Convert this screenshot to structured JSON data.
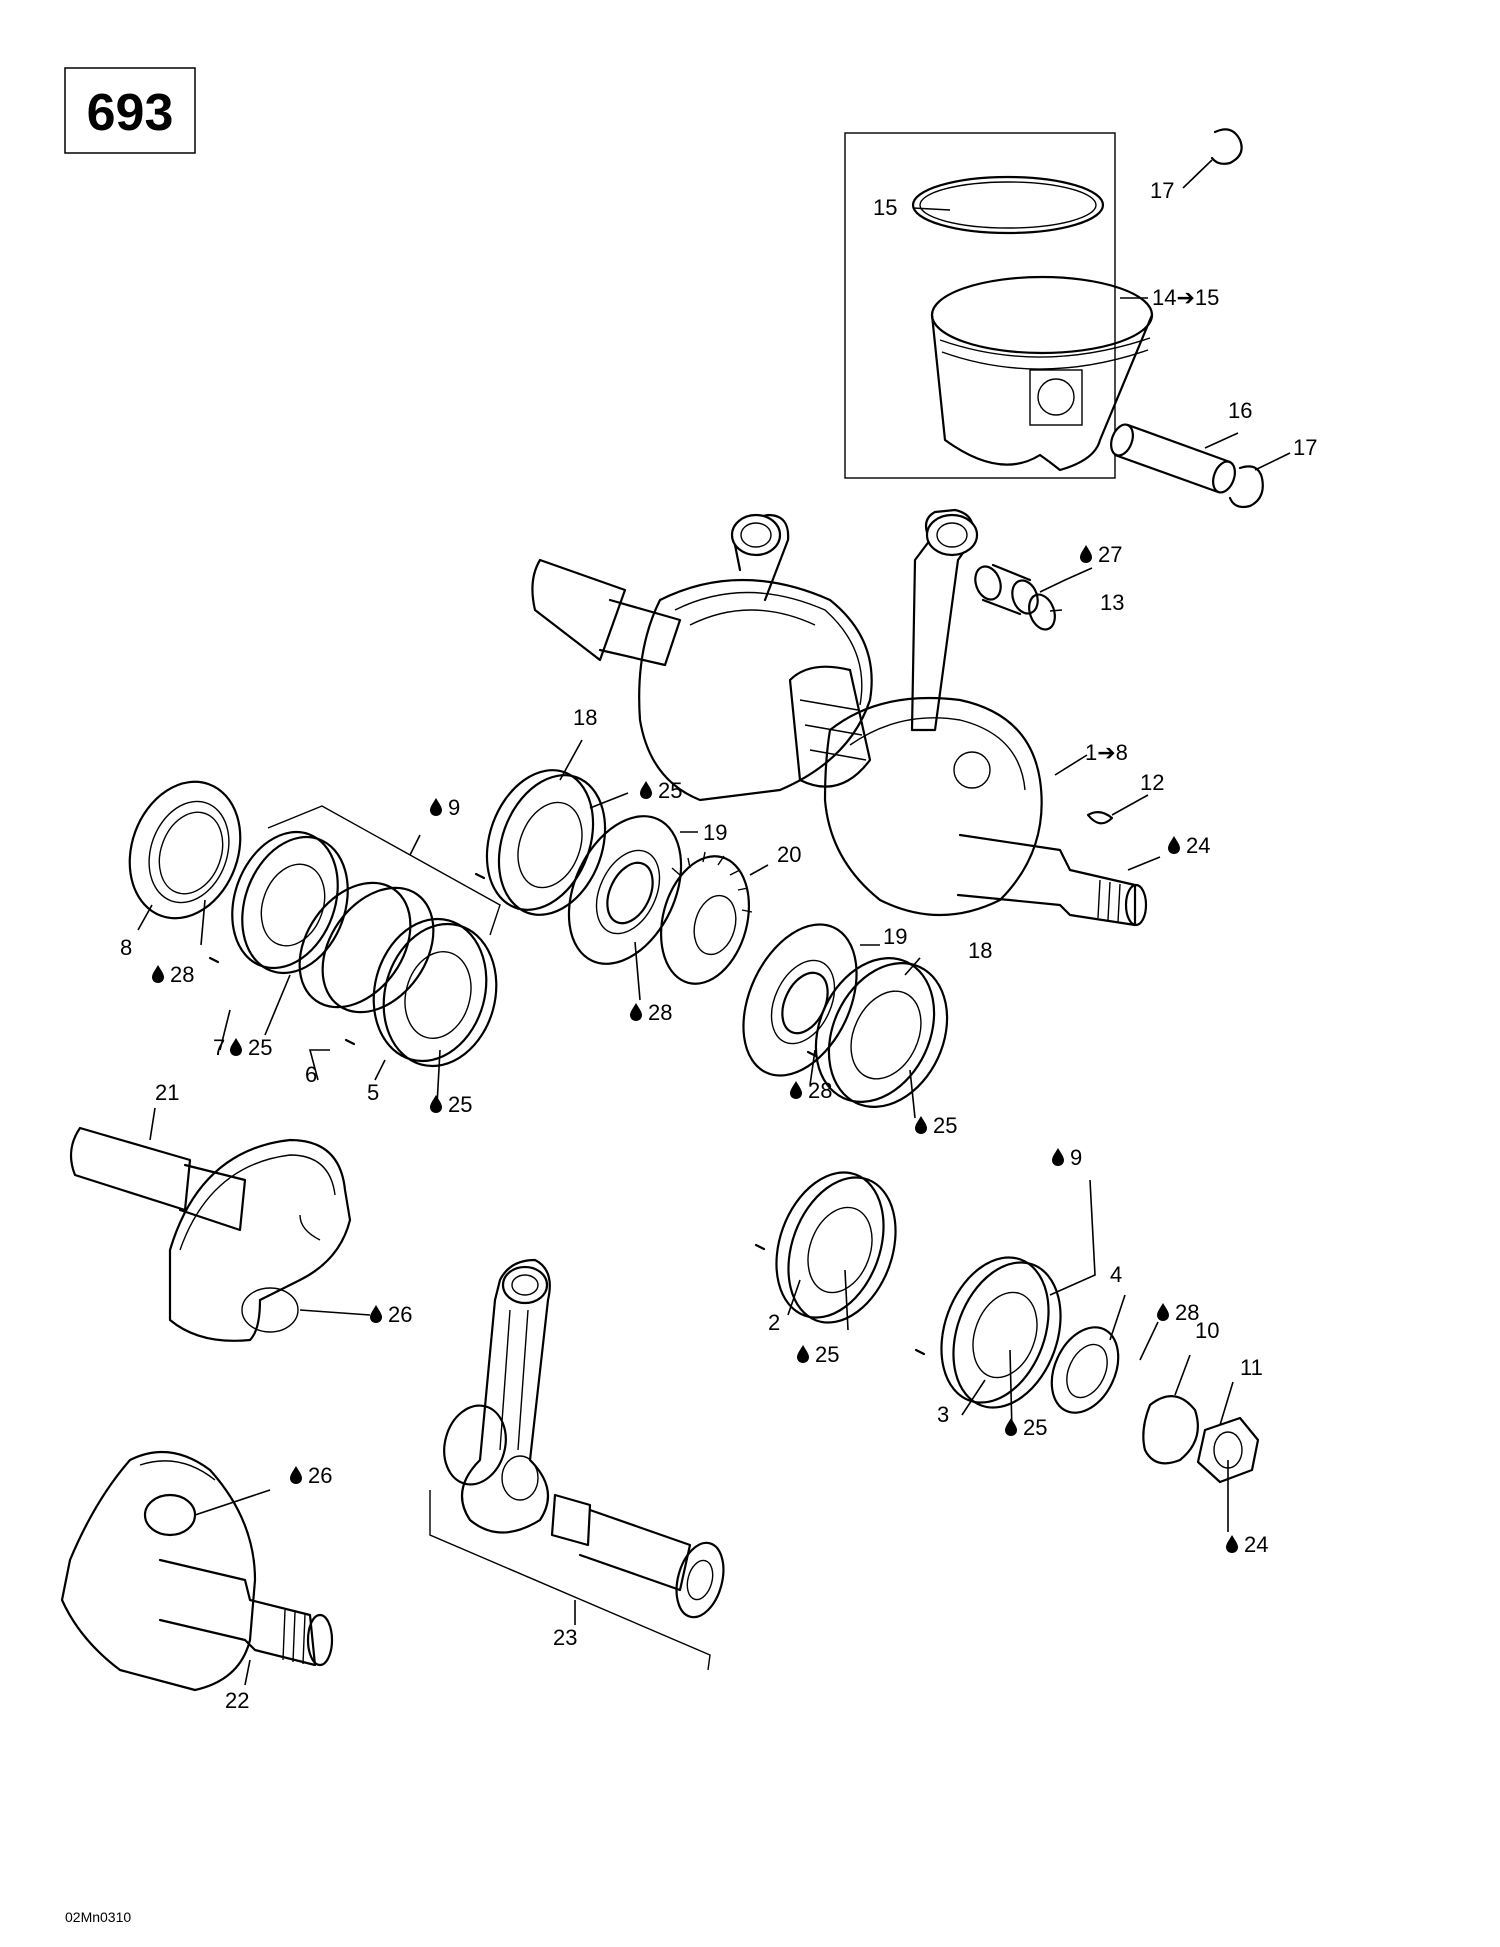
{
  "diagram_number": "693",
  "drawing_code": "02Mn0310",
  "callouts": [
    {
      "id": "c1",
      "text": "1➔8",
      "oil": false
    },
    {
      "id": "c2",
      "text": "2",
      "oil": false
    },
    {
      "id": "c3",
      "text": "3",
      "oil": false
    },
    {
      "id": "c4",
      "text": "4",
      "oil": false
    },
    {
      "id": "c5",
      "text": "5",
      "oil": false
    },
    {
      "id": "c6",
      "text": "6",
      "oil": false
    },
    {
      "id": "c7",
      "text": "7",
      "oil": false
    },
    {
      "id": "c8",
      "text": "8",
      "oil": false
    },
    {
      "id": "c9a",
      "text": "9",
      "oil": true
    },
    {
      "id": "c9b",
      "text": "9",
      "oil": true
    },
    {
      "id": "c10",
      "text": "10",
      "oil": false
    },
    {
      "id": "c11",
      "text": "11",
      "oil": false
    },
    {
      "id": "c12",
      "text": "12",
      "oil": false
    },
    {
      "id": "c13",
      "text": "13",
      "oil": false
    },
    {
      "id": "c14",
      "text": "14➔15",
      "oil": false
    },
    {
      "id": "c15",
      "text": "15",
      "oil": false
    },
    {
      "id": "c16",
      "text": "16",
      "oil": false
    },
    {
      "id": "c17a",
      "text": "17",
      "oil": false
    },
    {
      "id": "c17b",
      "text": "17",
      "oil": false
    },
    {
      "id": "c18a",
      "text": "18",
      "oil": false
    },
    {
      "id": "c18b",
      "text": "18",
      "oil": false
    },
    {
      "id": "c19a",
      "text": "19",
      "oil": false
    },
    {
      "id": "c19b",
      "text": "19",
      "oil": false
    },
    {
      "id": "c20",
      "text": "20",
      "oil": false
    },
    {
      "id": "c21",
      "text": "21",
      "oil": false
    },
    {
      "id": "c22",
      "text": "22",
      "oil": false
    },
    {
      "id": "c23",
      "text": "23",
      "oil": false
    },
    {
      "id": "c24a",
      "text": "24",
      "oil": true
    },
    {
      "id": "c24b",
      "text": "24",
      "oil": true
    },
    {
      "id": "c25a",
      "text": "25",
      "oil": true
    },
    {
      "id": "c25b",
      "text": "25",
      "oil": true
    },
    {
      "id": "c25c",
      "text": "25",
      "oil": true
    },
    {
      "id": "c25d",
      "text": "25",
      "oil": true
    },
    {
      "id": "c25e",
      "text": "25",
      "oil": true
    },
    {
      "id": "c25f",
      "text": "25",
      "oil": true
    },
    {
      "id": "c26a",
      "text": "26",
      "oil": true
    },
    {
      "id": "c26b",
      "text": "26",
      "oil": true
    },
    {
      "id": "c27",
      "text": "27",
      "oil": true
    },
    {
      "id": "c28a",
      "text": "28",
      "oil": true
    },
    {
      "id": "c28b",
      "text": "28",
      "oil": true
    },
    {
      "id": "c28c",
      "text": "28",
      "oil": true
    },
    {
      "id": "c28d",
      "text": "28",
      "oil": true
    }
  ]
}
